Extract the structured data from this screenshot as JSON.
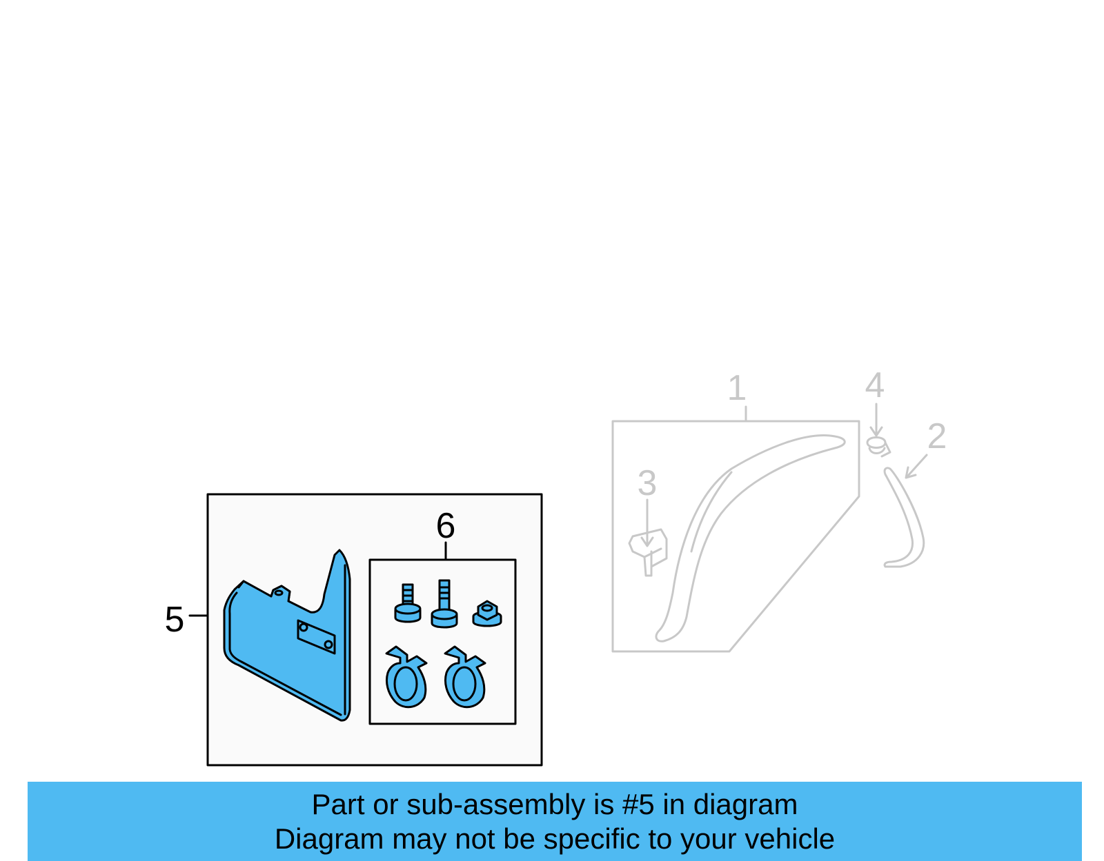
{
  "diagram": {
    "callouts": {
      "c1": "1",
      "c2": "2",
      "c3": "3",
      "c4": "4",
      "c5": "5",
      "c6": "6"
    },
    "colors": {
      "highlight": "#4fbaf2",
      "faded_line": "#c8c8c8",
      "inset_fill": "#fafafa"
    },
    "highlighted_part": "5"
  },
  "banner": {
    "line1": "Part or sub-assembly is #5 in diagram",
    "line2": "Diagram may not be specific to your vehicle"
  }
}
